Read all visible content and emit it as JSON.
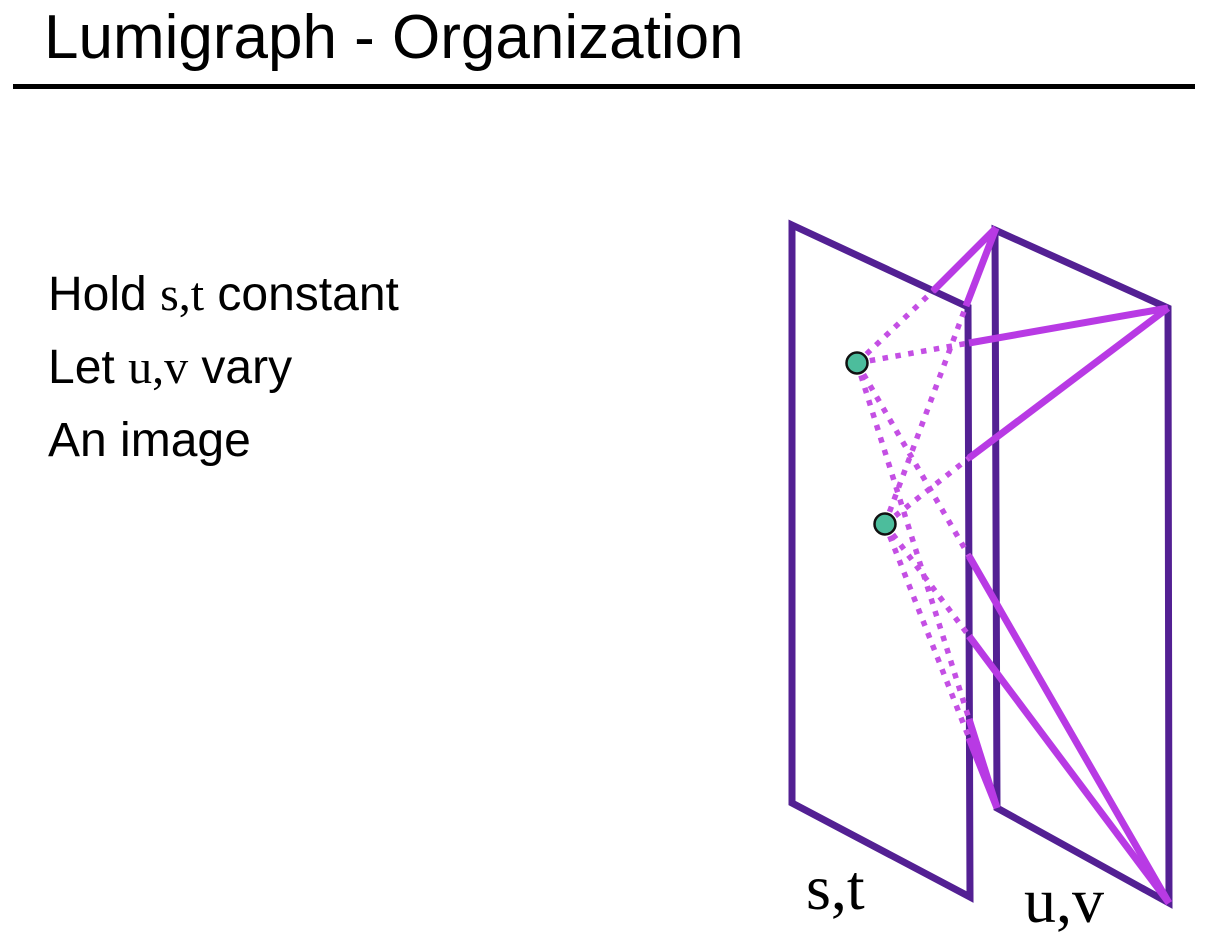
{
  "slide": {
    "title": "Lumigraph - Organization",
    "body_lines": [
      {
        "pre": "Hold ",
        "math": "s,t",
        "post": " constant"
      },
      {
        "pre": "Let ",
        "math": "u,v",
        "post": " vary"
      },
      {
        "pre": "An image",
        "math": "",
        "post": ""
      }
    ],
    "diagram": {
      "st_plane_label": "s,t",
      "uv_plane_label": "u,v",
      "sample_point_count": 2
    }
  },
  "colors": {
    "background": "#ffffff",
    "text": "#000000",
    "plane_outline": "#532093",
    "ray_solid": "#b83ae4",
    "ray_dashed": "#c44fe4",
    "sample_dot_fill": "#4cbd9c",
    "sample_dot_stroke": "#111111"
  }
}
